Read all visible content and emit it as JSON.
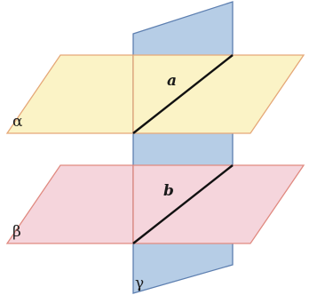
{
  "labels": {
    "alpha": "α",
    "beta": "β",
    "gamma": "γ",
    "line_a": "a",
    "line_b": "b"
  },
  "colors": {
    "plane_alpha_fill": "#fbf3c6",
    "plane_alpha_stroke": "#e5a878",
    "plane_beta_fill": "#f5d5dc",
    "plane_beta_stroke": "#e08a80",
    "plane_gamma_fill": "#b6cde6",
    "plane_gamma_stroke": "#5d7fb0",
    "line": "#111111"
  }
}
